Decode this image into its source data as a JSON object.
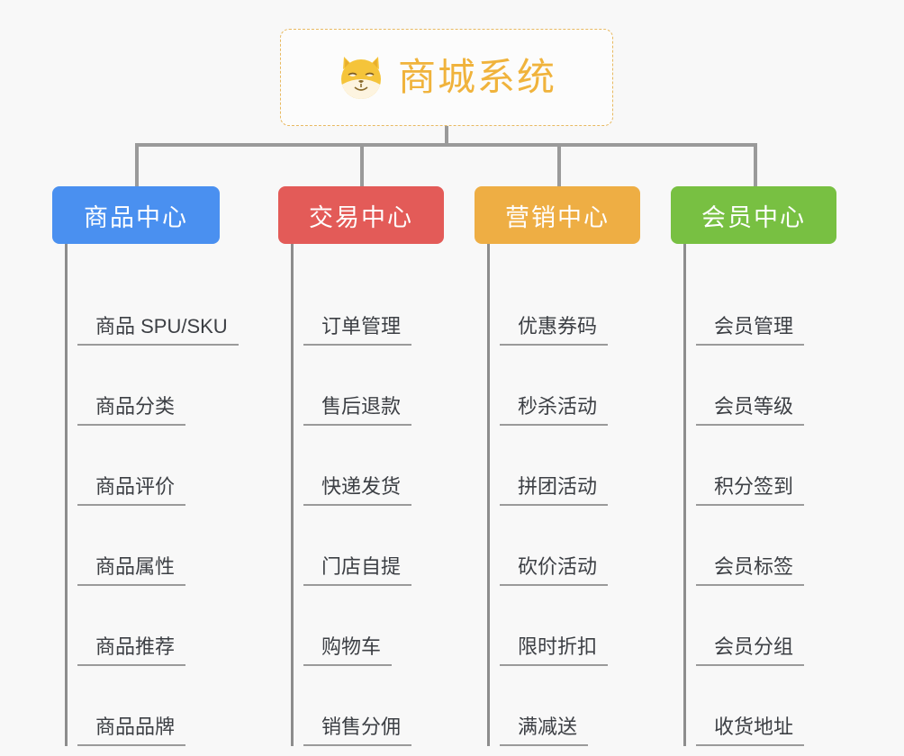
{
  "root": {
    "title": "商城系统",
    "icon": "shiba-dog-icon",
    "border_color": "#e8b960",
    "text_color": "#f0b33c"
  },
  "connector_color": "#9a9a9a",
  "background_color": "#f8f8f8",
  "categories": [
    {
      "label": "商品中心",
      "color": "#4a90f0",
      "items": [
        "商品 SPU/SKU",
        "商品分类",
        "商品评价",
        "商品属性",
        "商品推荐",
        "商品品牌"
      ]
    },
    {
      "label": "交易中心",
      "color": "#e35b58",
      "items": [
        "订单管理",
        "售后退款",
        "快递发货",
        "门店自提",
        "购物车",
        "销售分佣"
      ]
    },
    {
      "label": "营销中心",
      "color": "#eeae44",
      "items": [
        "优惠券码",
        "秒杀活动",
        "拼团活动",
        "砍价活动",
        "限时折扣",
        "满减送"
      ]
    },
    {
      "label": "会员中心",
      "color": "#78c042",
      "items": [
        "会员管理",
        "会员等级",
        "积分签到",
        "会员标签",
        "会员分组",
        "收货地址"
      ]
    }
  ]
}
